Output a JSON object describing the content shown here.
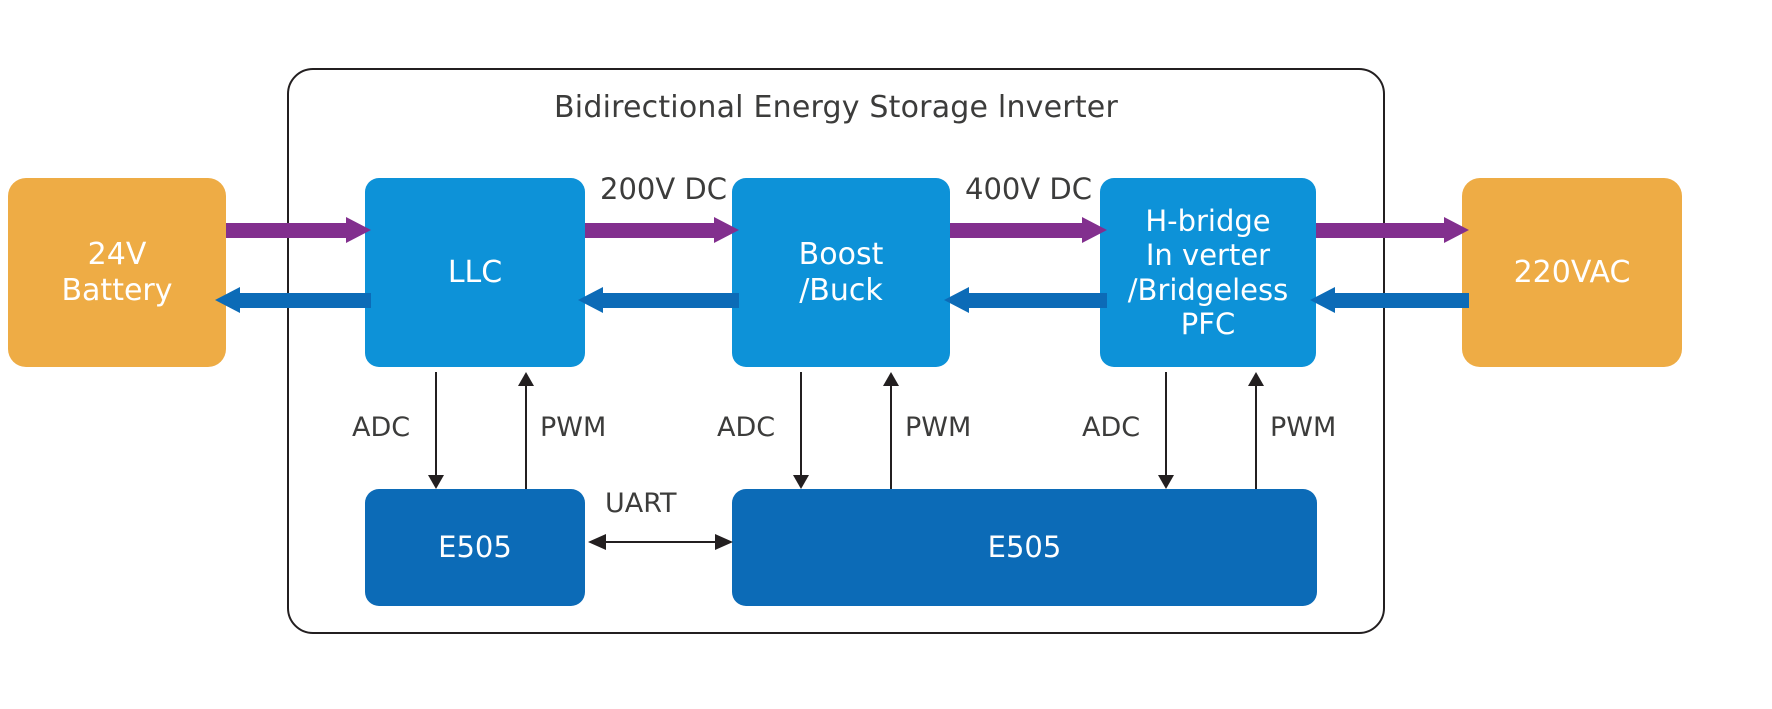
{
  "diagram": {
    "title": "Bidirectional Energy Storage lnverter",
    "enclosure_name": "bidirectional-energy-storage-inverter-enclosure"
  },
  "colors": {
    "orange": "#eeac45",
    "light_blue": "#0d92d8",
    "dark_blue": "#0c6bb7",
    "purple_arrow": "#822f8e",
    "blue_arrow": "#0c6bb7",
    "outline": "#231f20",
    "text_gray": "#3c3c3b"
  },
  "blocks": {
    "battery": "24V\nBattery",
    "llc": "LLC",
    "boost_buck": "Boost\n/Buck",
    "hbridge": "H-bridge\nIn verter\n/Bridgeless\nPFC",
    "ac_grid": "220VAC",
    "controller_left": "E505",
    "controller_right": "E505"
  },
  "bus_labels": {
    "dc_200": "200V DC",
    "dc_400": "400V DC"
  },
  "signals": {
    "adc_1": "ADC",
    "pwm_1": "PWM",
    "adc_2": "ADC",
    "pwm_2": "PWM",
    "adc_3": "ADC",
    "pwm_3": "PWM",
    "uart": "UART"
  },
  "flows": {
    "forward_color_name": "purple",
    "reverse_color_name": "blue",
    "forward_segments": [
      "battery-to-llc",
      "llc-to-boost",
      "boost-to-hbridge",
      "hbridge-to-ac"
    ],
    "reverse_segments": [
      "llc-to-battery",
      "boost-to-llc",
      "hbridge-to-boost",
      "ac-to-hbridge"
    ]
  }
}
